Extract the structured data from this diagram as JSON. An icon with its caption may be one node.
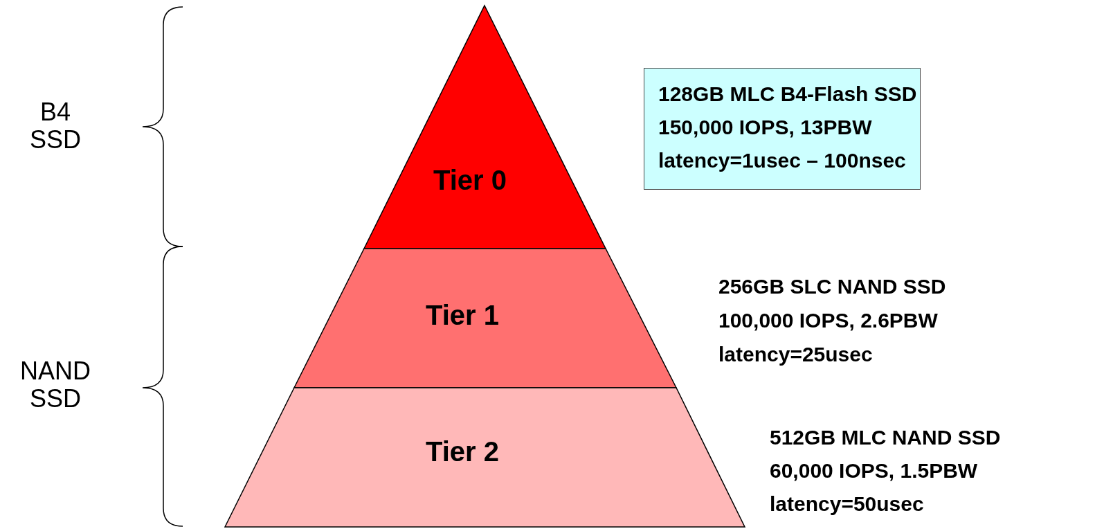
{
  "diagram": {
    "nodes": [
      {
        "text": [
          "Tier 0"
        ]
      },
      {
        "text": [
          "Tier 1"
        ]
      },
      {
        "text": [
          "Tier 2"
        ]
      },
      {
        "text": [
          "128GB MLC B4-Flash SSD",
          "150,000 IOPS, 13PBW",
          "latency=1usec – 100nsec"
        ]
      }
    ],
    "edges": [],
    "labels": [
      "B4 SSD",
      "NAND SSD",
      "256GB SLC NAND SSD",
      "100,000 IOPS, 2.6PBW",
      "latency=25usec",
      "512GB MLC NAND SSD",
      "60,000 IOPS, 1.5PBW",
      "latency=50usec"
    ]
  }
}
